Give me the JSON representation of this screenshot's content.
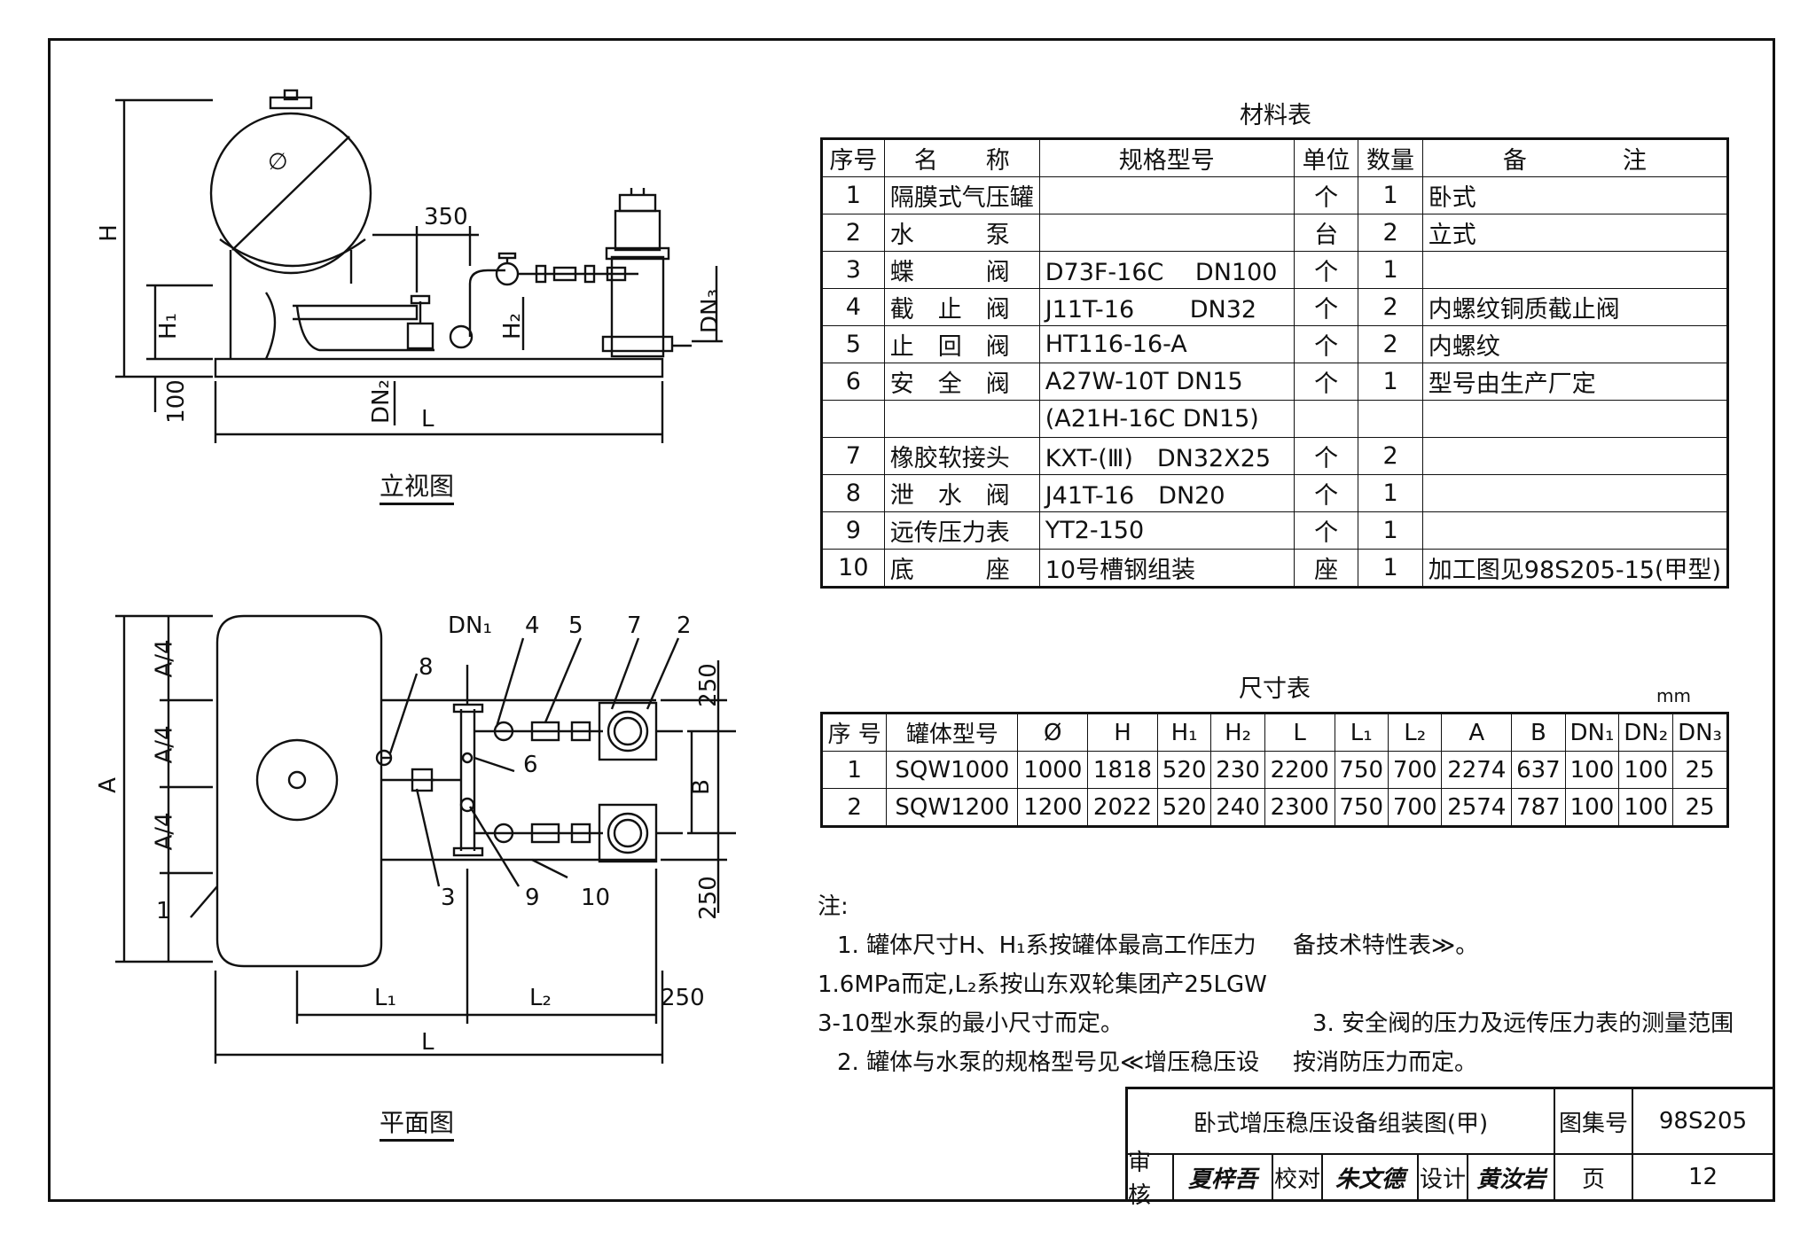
{
  "views": {
    "elevation_title": "立视图",
    "plan_title": "平面图",
    "elevation_labels": {
      "H": "H",
      "H1": "H₁",
      "H2": "H₂",
      "hundred": "100",
      "dim350": "350",
      "DN2": "DN₂",
      "DN3": "DN₃",
      "L": "L",
      "phi": "∅"
    },
    "plan_labels": {
      "A": "A",
      "A4_1": "A/4",
      "A4_2": "A/4",
      "A4_3": "A/4",
      "B": "B",
      "dim250_1": "250",
      "dim250_2": "250",
      "dim250_3": "250",
      "L1": "L₁",
      "L2": "L₂",
      "L": "L",
      "DN1": "DN₁",
      "callouts": [
        "1",
        "2",
        "3",
        "4",
        "5",
        "6",
        "7",
        "8",
        "9",
        "10"
      ]
    }
  },
  "material_table": {
    "title": "材料表",
    "headers": [
      "序号",
      "名　　称",
      "规格型号",
      "单位",
      "数量",
      "备　　　　注"
    ],
    "rows": [
      [
        "1",
        "隔膜式气压罐",
        "",
        "个",
        "1",
        "卧式"
      ],
      [
        "2",
        "水　　　泵",
        "",
        "台",
        "2",
        "立式"
      ],
      [
        "3",
        "蝶　　　阀",
        "D73F-16C　 DN100",
        "个",
        "1",
        ""
      ],
      [
        "4",
        "截　止　阀",
        "J11T-16　　 DN32",
        "个",
        "2",
        "内螺纹铜质截止阀"
      ],
      [
        "5",
        "止　回　阀",
        "HT116-16-A",
        "个",
        "2",
        "内螺纹"
      ],
      [
        "6",
        "安　全　阀",
        "A27W-10T DN15",
        "个",
        "1",
        "型号由生产厂定"
      ],
      [
        "",
        "",
        "(A21H-16C DN15)",
        "",
        "",
        ""
      ],
      [
        "7",
        "橡胶软接头",
        "KXT-(Ⅲ)　DN32X25",
        "个",
        "2",
        ""
      ],
      [
        "8",
        "泄　水　阀",
        "J41T-16　DN20",
        "个",
        "1",
        ""
      ],
      [
        "9",
        "远传压力表",
        "YT2-150",
        "个",
        "1",
        ""
      ],
      [
        "10",
        "底　　　座",
        "10号槽钢组装",
        "座",
        "1",
        "加工图见98S205-15(甲型)"
      ]
    ]
  },
  "dimension_table": {
    "title": "尺寸表",
    "unit": "mm",
    "headers": [
      "序 号",
      "罐体型号",
      "Ø",
      "H",
      "H₁",
      "H₂",
      "L",
      "L₁",
      "L₂",
      "A",
      "B",
      "DN₁",
      "DN₂",
      "DN₃"
    ],
    "rows": [
      [
        "1",
        "SQW1000",
        "1000",
        "1818",
        "520",
        "230",
        "2200",
        "750",
        "700",
        "2274",
        "637",
        "100",
        "100",
        "25"
      ],
      [
        "2",
        "SQW1200",
        "1200",
        "2022",
        "520",
        "240",
        "2300",
        "750",
        "700",
        "2574",
        "787",
        "100",
        "100",
        "25"
      ]
    ]
  },
  "notes": {
    "label": "注:",
    "line1": "1. 罐体尺寸H、H₁系按罐体最高工作压力",
    "line2": "1.6MPa而定,L₂系按山东双轮集团产25LGW",
    "line3": "3-10型水泵的最小尺寸而定。",
    "line4": "2. 罐体与水泵的规格型号见≪增压稳压设",
    "line5": "备技术特性表≫。",
    "line6": "3. 安全阀的压力及远传压力表的测量范围",
    "line7": "按消防压力而定。"
  },
  "title_block": {
    "drawing_title": "卧式增压稳压设备组装图(甲)",
    "atlas_label": "图集号",
    "atlas_no": "98S205",
    "review_label": "审核",
    "review_sig": "夏梓吾",
    "check_label": "校对",
    "check_sig": "朱文德",
    "design_label": "设计",
    "design_sig": "黄汝岩",
    "page_label": "页",
    "page_no": "12"
  }
}
